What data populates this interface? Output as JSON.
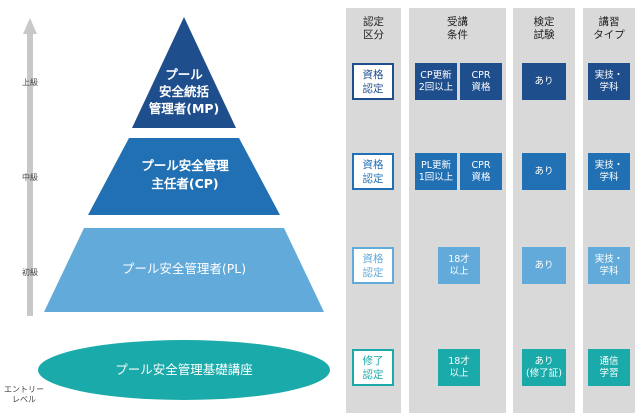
{
  "levels": {
    "upper": "上級",
    "middle": "中級",
    "beginner": "初級",
    "entry": "エントリー\nレベル"
  },
  "tiers": {
    "mp": "プール\n安全統括\n管理者(MP)",
    "cp": "プール安全管理\n主任者(CP)",
    "pl": "プール安全管理者(PL)",
    "basic": "プール安全管理基礎講座"
  },
  "columns": {
    "category": "認定\n区分",
    "conditions": "受講\n条件",
    "exam": "検定\n試験",
    "type": "講習\nタイプ"
  },
  "rows": [
    {
      "category": "資格\n認定",
      "cond_a": "CP更新\n2回以上",
      "cond_b": "CPR\n資格",
      "exam": "あり",
      "type": "実技・\n学科"
    },
    {
      "category": "資格\n認定",
      "cond_a": "PL更新\n1回以上",
      "cond_b": "CPR\n資格",
      "exam": "あり",
      "type": "実技・\n学科"
    },
    {
      "category": "資格\n認定",
      "cond": "18才\n以上",
      "exam": "あり",
      "type": "実技・\n学科"
    },
    {
      "category": "修了\n認定",
      "cond": "18才\n以上",
      "exam": "あり\n(修了証)",
      "type": "通信\n学習"
    }
  ],
  "colors": {
    "mp": "#1f4e8c",
    "cp": "#2270b4",
    "pl": "#62aad9",
    "basic": "#1aaaa9",
    "column_bg": "#d9d9d9",
    "axis": "#c8c8c8"
  }
}
